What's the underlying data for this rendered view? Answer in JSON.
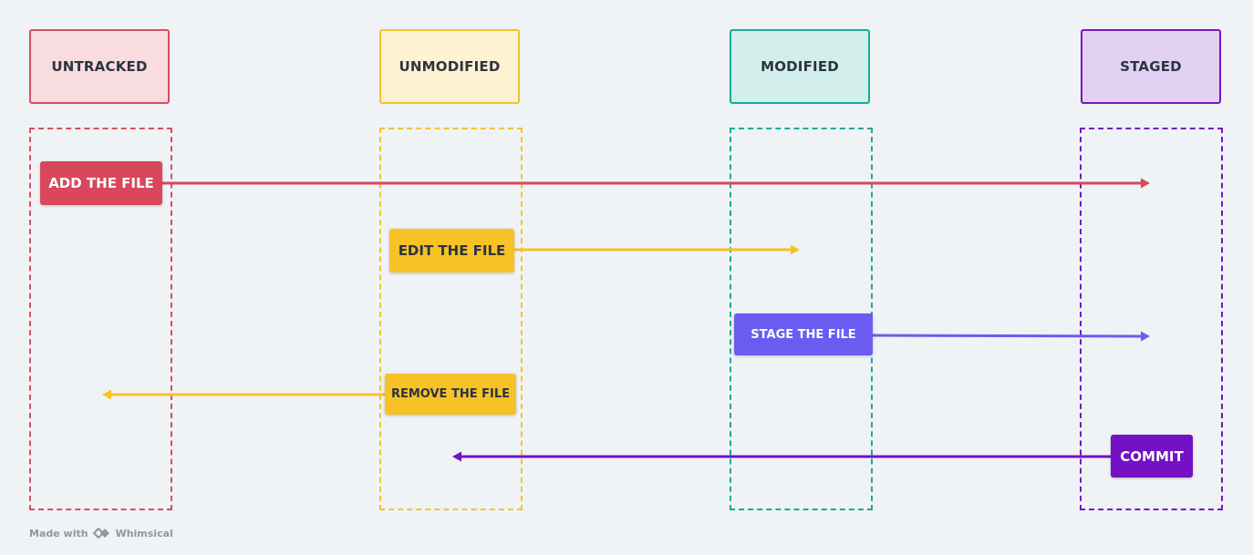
{
  "lanes": [
    {
      "label": "UNTRACKED",
      "color": "#d94d63"
    },
    {
      "label": "UNMODIFIED",
      "color": "#f3c42b"
    },
    {
      "label": "MODIFIED",
      "color": "#1aaa98"
    },
    {
      "label": "STAGED",
      "color": "#7616c2"
    }
  ],
  "actions": [
    {
      "label": "ADD THE FILE",
      "from": "UNTRACKED",
      "to": "STAGED",
      "color": "#d8475c"
    },
    {
      "label": "EDIT THE FILE",
      "from": "UNMODIFIED",
      "to": "MODIFIED",
      "color": "#f6c226"
    },
    {
      "label": "STAGE THE FILE",
      "from": "MODIFIED",
      "to": "STAGED",
      "color": "#6a5cf0"
    },
    {
      "label": "REMOVE THE FILE",
      "from": "UNMODIFIED",
      "to": "UNTRACKED",
      "color": "#f6c226"
    },
    {
      "label": "COMMIT",
      "from": "STAGED",
      "to": "UNMODIFIED",
      "color": "#7411c4"
    }
  ],
  "footer": {
    "made_with": "Made with",
    "brand": "Whimsical",
    "logo_icon": "whimsical-logo-icon"
  }
}
